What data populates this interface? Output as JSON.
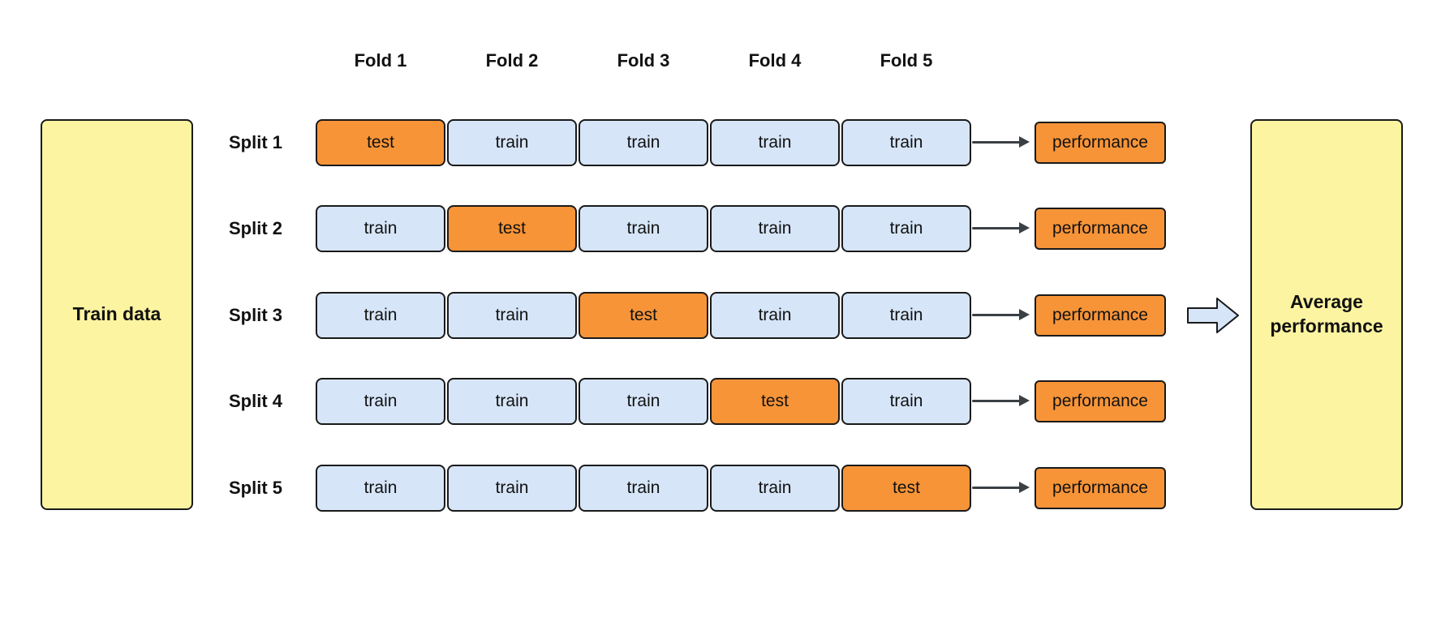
{
  "train_box": {
    "label": "Train data"
  },
  "average_box": {
    "label": "Average\nperformance"
  },
  "fold_headers": [
    "Fold 1",
    "Fold 2",
    "Fold 3",
    "Fold 4",
    "Fold 5"
  ],
  "splits": [
    {
      "label": "Split 1",
      "cells": [
        "test",
        "train",
        "train",
        "train",
        "train"
      ],
      "result": "performance"
    },
    {
      "label": "Split 2",
      "cells": [
        "train",
        "test",
        "train",
        "train",
        "train"
      ],
      "result": "performance"
    },
    {
      "label": "Split 3",
      "cells": [
        "train",
        "train",
        "test",
        "train",
        "train"
      ],
      "result": "performance"
    },
    {
      "label": "Split 4",
      "cells": [
        "train",
        "train",
        "train",
        "test",
        "train"
      ],
      "result": "performance"
    },
    {
      "label": "Split 5",
      "cells": [
        "train",
        "train",
        "train",
        "train",
        "test"
      ],
      "result": "performance"
    }
  ],
  "colors": {
    "train_fill": "#D6E5F8",
    "test_fill": "#F79438",
    "yellow_fill": "#FCF4A0",
    "arrow_color": "#3B4045",
    "border_color": "#1A1A1A",
    "block_arrow_fill": "#D6E5F8"
  }
}
